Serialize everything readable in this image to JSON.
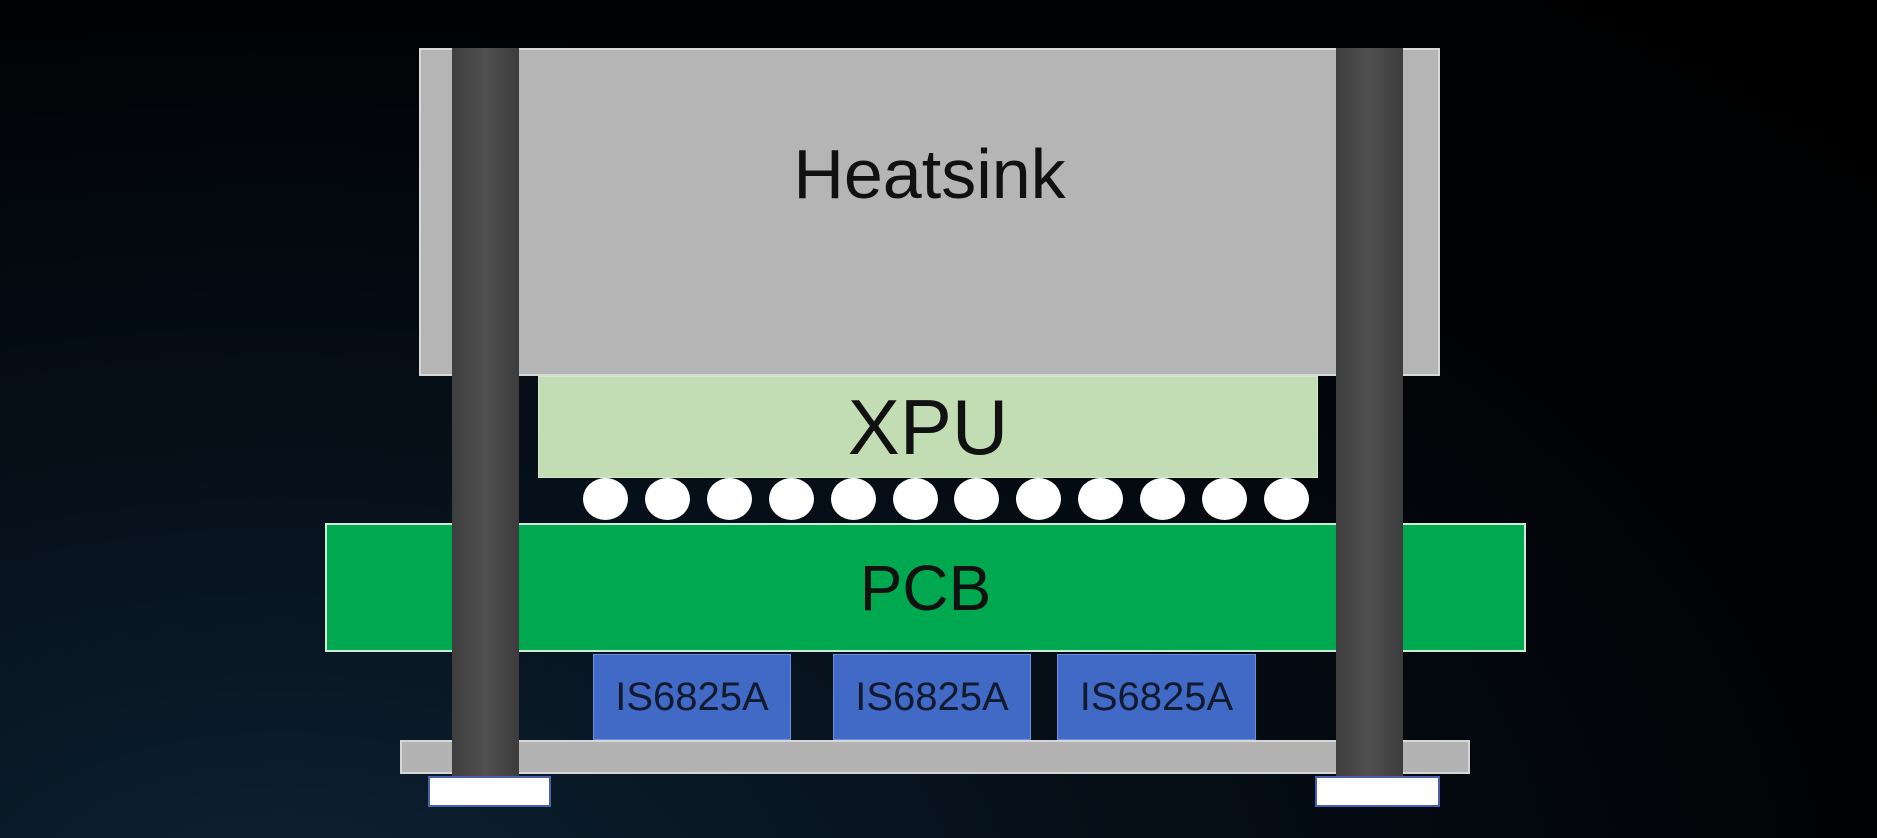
{
  "diagram": {
    "heatsink": {
      "label": "Heatsink",
      "color": "#b5b5b5"
    },
    "xpu": {
      "label": "XPU",
      "color": "#c2ddb3"
    },
    "solder_balls": {
      "count": 12,
      "color": "#ffffff"
    },
    "pcb": {
      "label": "PCB",
      "color": "#00a84f"
    },
    "chips": [
      {
        "label": "IS6825A"
      },
      {
        "label": "IS6825A"
      },
      {
        "label": "IS6825A"
      }
    ],
    "chip_color": "#4169c6",
    "base_plate_color": "#b3b3b3",
    "mounting_post_color": "#454545",
    "foot_color": "#ffffff",
    "background_color": "#000000"
  }
}
